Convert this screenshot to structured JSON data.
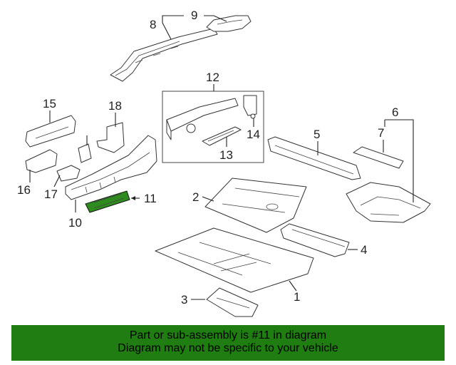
{
  "callouts": {
    "c1": "1",
    "c2": "2",
    "c3": "3",
    "c4": "4",
    "c5": "5",
    "c6": "6",
    "c7": "7",
    "c8": "8",
    "c9": "9",
    "c10": "10",
    "c11": "11",
    "c12": "12",
    "c13": "13",
    "c14": "14",
    "c15": "15",
    "c16": "16",
    "c17": "17",
    "c18": "18"
  },
  "highlight_color": "#2e8b1e",
  "banner": {
    "line1": "Part or sub-assembly is #11 in diagram",
    "line2": "Diagram may not be specific to your vehicle",
    "background": "#1f7d12"
  }
}
